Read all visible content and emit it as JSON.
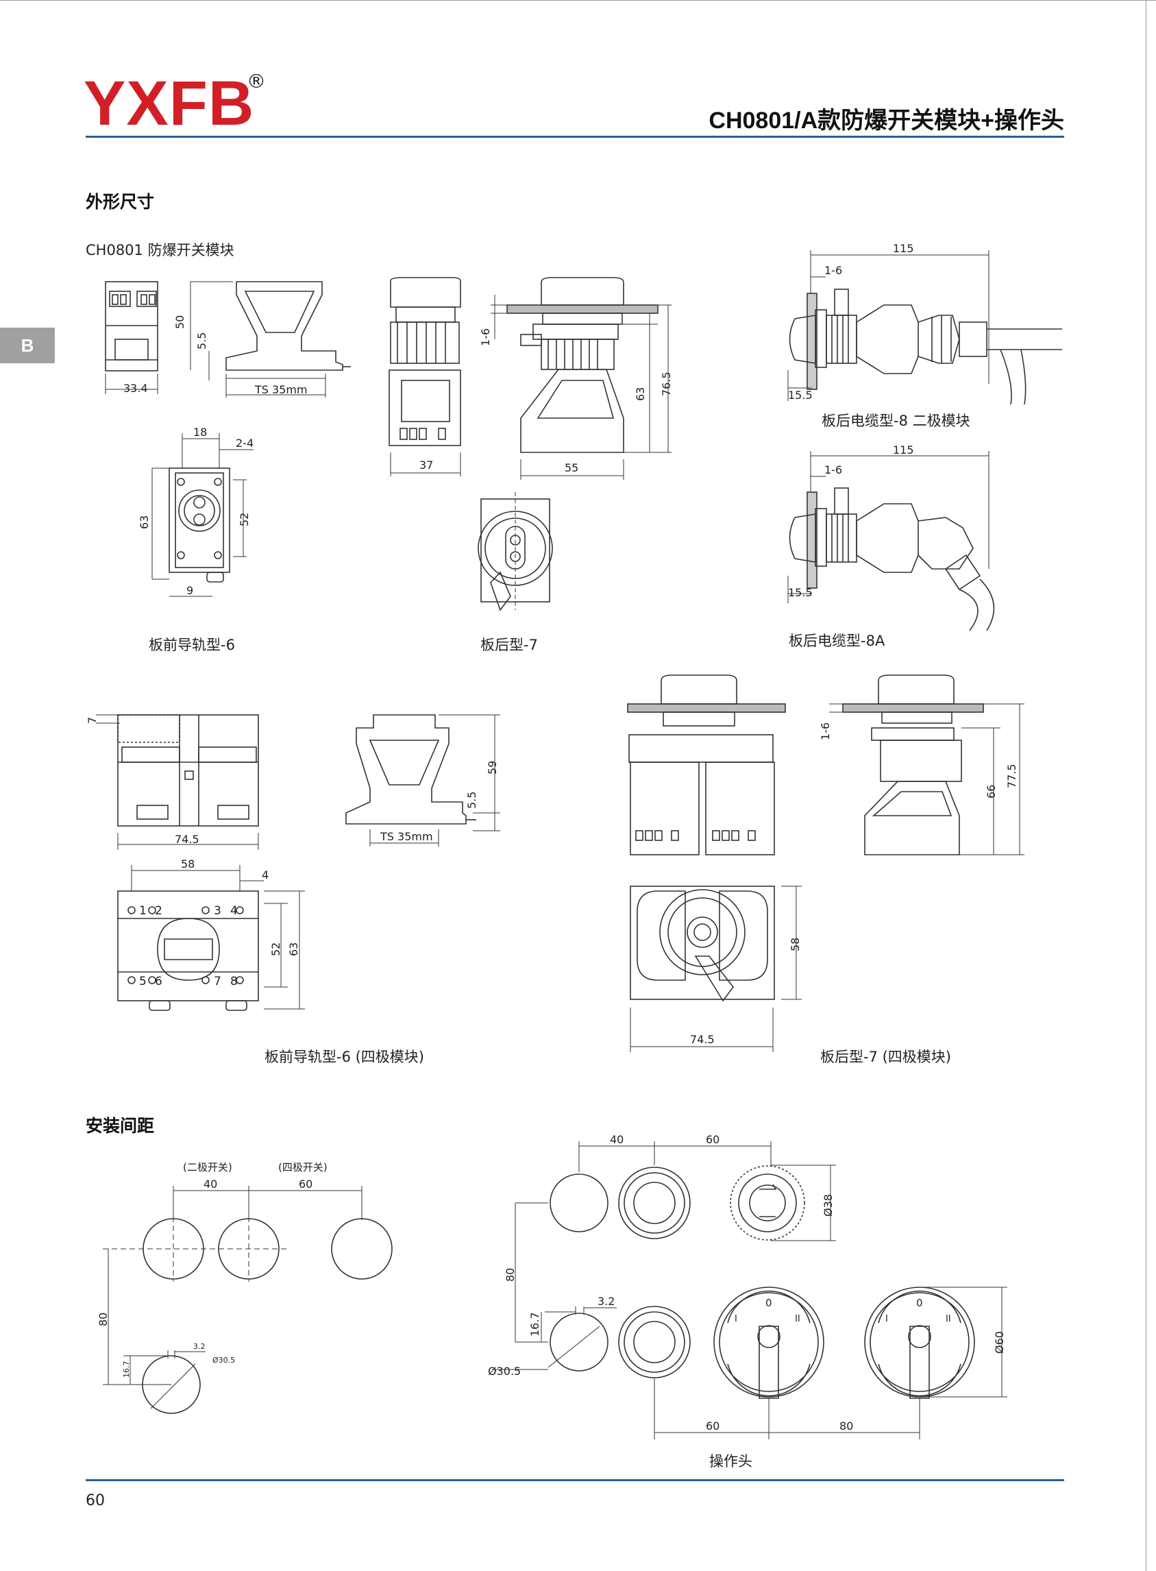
{
  "header": {
    "logo": "YXFB",
    "registered": "®",
    "title": "CH0801/A款防爆开关模块+操作头",
    "side_tab": "B"
  },
  "sections": {
    "dimensions": "外形尺寸",
    "module_label": "CH0801 防爆开关模块",
    "spacing": "安装间距"
  },
  "captions": {
    "front_rail_6": "板前导轨型-6",
    "rear_7": "板后型-7",
    "rear_cable_8": "板后电缆型-8 二极模块",
    "rear_cable_8a": "板后电缆型-8A",
    "front_rail_6_four": "板前导轨型-6 (四极模块)",
    "rear_7_four": "板后型-7 (四极模块)",
    "operating_head": "操作头",
    "two_pole": "(二极开关)",
    "four_pole": "(四极开关)"
  },
  "dims": {
    "d50": "50",
    "d55": "5.5",
    "d334": "33.4",
    "ts35": "TS 35mm",
    "d16": "1-6",
    "d37": "37",
    "d63": "63",
    "d765": "76.5",
    "d55b": "55",
    "d115": "115",
    "d155": "15.5",
    "d18": "18",
    "d24": "2-4",
    "d52": "52",
    "d9": "9",
    "d7": "7",
    "d745": "74.5",
    "d59": "59",
    "d58": "58",
    "d4": "4",
    "d66": "66",
    "d775": "77.5",
    "d40": "40",
    "d60": "60",
    "d80": "80",
    "d167": "16.7",
    "d32": "3.2",
    "d305": "Ø30.5",
    "d38": "Ø38",
    "d60d": "Ø60",
    "t1": "1",
    "t2": "2",
    "t3": "3",
    "t4": "4",
    "t5": "5",
    "t6": "6",
    "t7": "7",
    "t8": "8",
    "pos0": "0",
    "posI": "I",
    "posII": "II"
  },
  "footer": {
    "page_number": "60"
  },
  "colors": {
    "brand_red": "#d21f26",
    "rule_blue": "#2d5f9a",
    "tab_gray": "#a0a0a0"
  }
}
